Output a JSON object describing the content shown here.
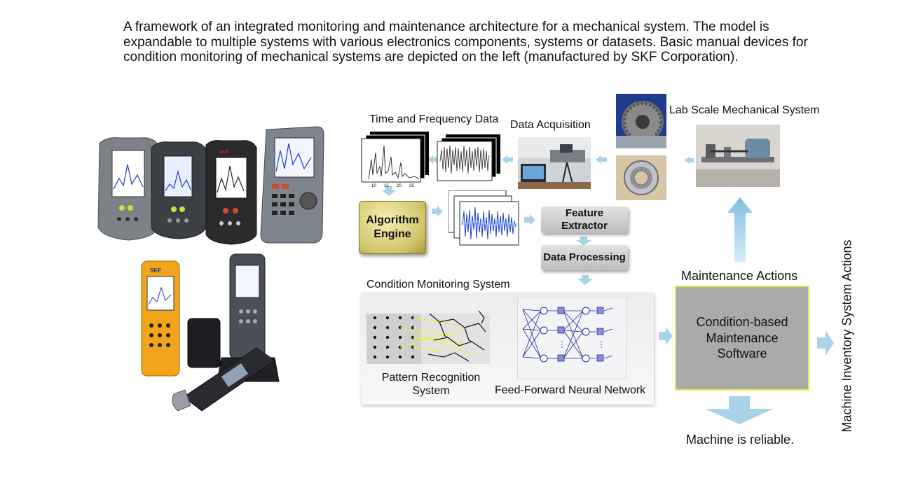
{
  "caption": "A framework of an integrated monitoring and maintenance architecture for a mechanical system. The model is expandable to multiple systems with various electronics components, systems or datasets. Basic manual devices for condition monitoring of mechanical systems are depicted on the left (manufactured by SKF Corporation).",
  "labels": {
    "time_freq": "Time and Frequency Data",
    "data_acq": "Data Acquisition",
    "lab_scale": "Lab Scale Mechanical System",
    "feature_extractor": "Feature Extractor",
    "data_processing": "Data Processing",
    "algorithm_engine": "Algorithm Engine",
    "cms": "Condition Monitoring System",
    "pattern": "Pattern Recognition System",
    "ffnn": "Feed-Forward Neural Network",
    "maintenance_actions": "Maintenance Actions",
    "cbm_software": "Condition-based Maintenance Software",
    "reliable": "Machine is reliable.",
    "inventory": "Machine Inventory System Actions"
  },
  "plot_ticks": [
    "10",
    "15",
    "20",
    "25"
  ],
  "device_brand": "SKF",
  "colors": {
    "arrow": "#a9d3e8",
    "algo_fill": "#e7dd8a",
    "maint_fill": "#aaaaaa",
    "maint_border": "#e9e84a",
    "signal_blue": "#1a3cc8",
    "pattern_yellow": "#f1ee3a"
  }
}
